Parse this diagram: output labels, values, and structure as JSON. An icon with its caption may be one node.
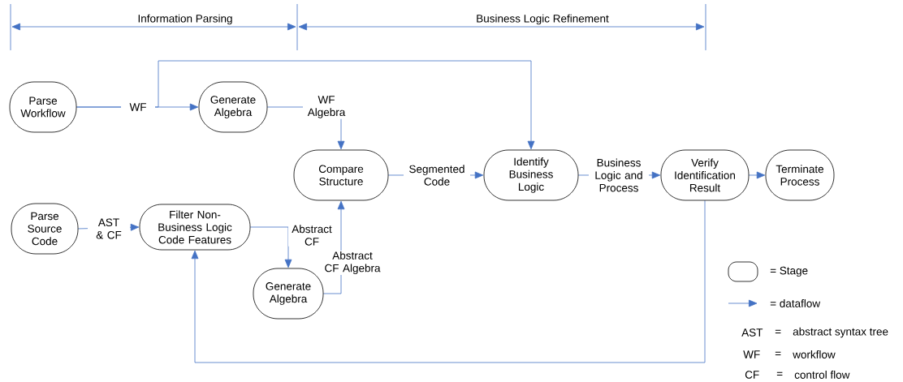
{
  "diagram": {
    "nodes": [
      {
        "text": [
          "Parse Workflow"
        ]
      },
      {
        "text": [
          "Generate Algebra"
        ]
      },
      {
        "text": [
          "Compare Structure"
        ]
      },
      {
        "text": [
          "Identify Business Logic"
        ]
      },
      {
        "text": [
          "Verify Identification Result"
        ]
      },
      {
        "text": [
          "Terminate Process"
        ]
      },
      {
        "text": [
          "Parse Source Code"
        ]
      },
      {
        "text": [
          "Filter Non-Business Logic Code Features"
        ]
      },
      {
        "text": [
          "Generate Algebra"
        ]
      }
    ],
    "edges": [
      {
        "from": 0,
        "to": 1,
        "arrow": "to",
        "label": "WF"
      },
      {
        "from": 0,
        "to": 3,
        "arrow": "to"
      },
      {
        "from": 1,
        "to": 2,
        "arrow": "to",
        "label": "WF Algebra"
      },
      {
        "from": 2,
        "to": 3,
        "arrow": "to",
        "label": "Segmented Code"
      },
      {
        "from": 3,
        "to": 4,
        "arrow": "to",
        "label": "Business Logic and Process"
      },
      {
        "from": 4,
        "to": 5,
        "arrow": "to"
      },
      {
        "from": 6,
        "to": 7,
        "arrow": "to",
        "label": "AST & CF"
      },
      {
        "from": 7,
        "to": 8,
        "arrow": "to",
        "label": "Abstract CF"
      },
      {
        "from": 8,
        "to": 2,
        "arrow": "to",
        "label": "Abstract CF Algebra"
      },
      {
        "from": 4,
        "to": 7,
        "arrow": "to"
      }
    ],
    "labels": [
      "Information Parsing",
      "Business Logic Refinement",
      "AST",
      "=",
      "abstract syntax tree",
      "WF",
      "=",
      "workflow",
      "CF",
      "=",
      "control flow"
    ],
    "legend": [
      {
        "text": "= Stage"
      },
      {
        "text": "= dataflow"
      }
    ]
  }
}
